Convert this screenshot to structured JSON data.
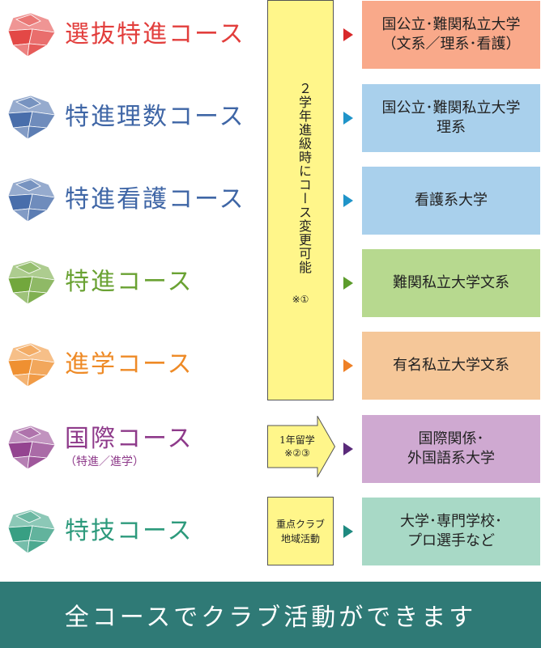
{
  "courses": [
    {
      "name": "選抜特進コース",
      "sub": "",
      "color": "#e23e3c",
      "gem_icon": "red-gem-icon"
    },
    {
      "name": "特進理数コース",
      "sub": "",
      "color": "#3f66a6",
      "gem_icon": "blue-gem-icon"
    },
    {
      "name": "特進看護コース",
      "sub": "",
      "color": "#3f66a6",
      "gem_icon": "blue-gem-icon"
    },
    {
      "name": "特進コース",
      "sub": "",
      "color": "#6aa233",
      "gem_icon": "green-gem-icon"
    },
    {
      "name": "進学コース",
      "sub": "",
      "color": "#ee8a26",
      "gem_icon": "orange-gem-icon"
    },
    {
      "name": "国際コース",
      "sub": "（特進／進学）",
      "color": "#8e3a8a",
      "gem_icon": "purple-gem-icon"
    },
    {
      "name": "特技コース",
      "sub": "",
      "color": "#2d9a7c",
      "gem_icon": "teal-gem-icon"
    }
  ],
  "change_box": {
    "text": "２学年進級時にコース変更可能",
    "note": "※①",
    "color": "#fff68a"
  },
  "abroad_box": {
    "text": "1年留学\n※②③"
  },
  "club_box": {
    "text": "重点クラブ\n地域活動"
  },
  "destinations": [
    {
      "text": "国公立･難関私立大学\n（文系／理系･看護）",
      "bg": "#f9a98a",
      "arrow": "#d8282a"
    },
    {
      "text": "国公立･難関私立大学\n理系",
      "bg": "#a9d0ec",
      "arrow": "#1f94c9"
    },
    {
      "text": "看護系大学",
      "bg": "#a9d0ec",
      "arrow": "#1f94c9"
    },
    {
      "text": "難関私立大学文系",
      "bg": "#b7d98f",
      "arrow": "#5c9c2c"
    },
    {
      "text": "有名私立大学文系",
      "bg": "#f5c799",
      "arrow": "#ee8026"
    },
    {
      "text": "国際関係･\n外国語系大学",
      "bg": "#cfa9d1",
      "arrow": "#5a2a7a"
    },
    {
      "text": "大学･専門学校･\nプロ選手など",
      "bg": "#a8d9c6",
      "arrow": "#1f8a80"
    }
  ],
  "banner": {
    "text": "全コースでクラブ活動ができます",
    "bg": "#2f7a76"
  }
}
